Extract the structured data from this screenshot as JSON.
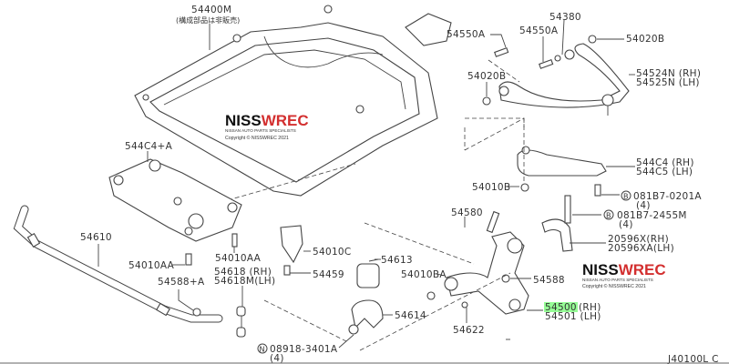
{
  "diagram_code": "J40100L C",
  "highlight_color": "#7CFC7C",
  "watermark": {
    "brand_left": "NISS",
    "brand_right": "WREC",
    "tagline": "NISSAN AUTO PARTS SPECIALISTS",
    "copyright": "Copyright © NISSWREC 2021"
  },
  "labels": {
    "subframe": "54400M",
    "subframe_note": "(構成部品は非販売)",
    "member_mount": "544C4+A",
    "stabilizer": "54610",
    "bolt_aa_left": "54010AA",
    "bolt_aa_right": "54010AA",
    "link_rh": "54618 (RH)",
    "link_lh": "54618M(LH)",
    "nut_588a": "54588+A",
    "bracket_c": "54010C",
    "bolt_459": "54459",
    "nut_n": "08918-3401A",
    "nut_n_qty": "(4)",
    "bushing_613": "54613",
    "bolt_ba": "54010BA",
    "clamp_614": "54614",
    "washer_622": "54622",
    "bolt_580": "54580",
    "nut_010b": "54010B",
    "nut_588": "54588",
    "lower_arm_rh": "54500",
    "lower_arm_rh_side": "(RH)",
    "lower_arm_lh": "54501 (LH)",
    "bracket_rh": "20596X(RH)",
    "bracket_lh": "20596XA(LH)",
    "bolt_0201a": "081B7-0201A",
    "bolt_0201a_qty": "(4)",
    "bolt_2455m": "081B7-2455M",
    "bolt_2455m_qty": "(4)",
    "link_arm_rh": "544C4 (RH)",
    "link_arm_lh": "544C5 (LH)",
    "upper_arm_rh": "54524N (RH)",
    "upper_arm_lh": "54525N (LH)",
    "nut_020b_top": "54020B",
    "washer_380": "54380",
    "bolt_550a_right": "54550A",
    "bolt_550a_left": "54550A",
    "nut_020b_mid": "54020B",
    "circle_n": "N",
    "circle_b1": "B",
    "circle_b2": "B"
  }
}
